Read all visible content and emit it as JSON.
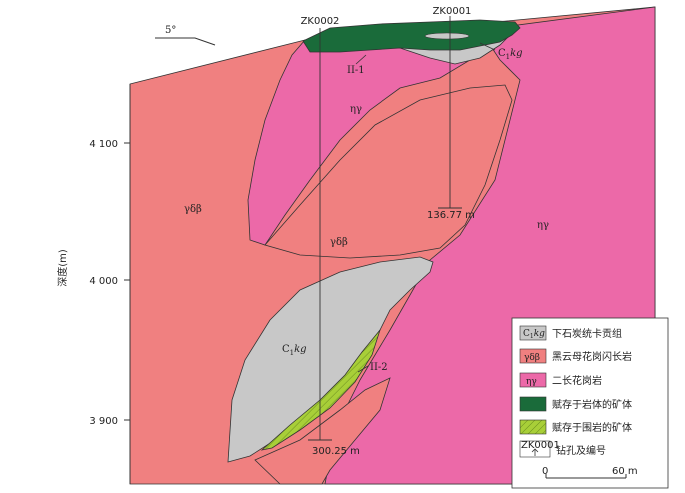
{
  "colors": {
    "pink_light": "#f08080",
    "magenta": "#ec69a8",
    "gray": "#c8c8c8",
    "dark_green": "#1a6b3a",
    "light_green": "#a8cf38"
  },
  "orientation": "5°",
  "y_axis": {
    "label": "深度(m)",
    "ticks": [
      "4 100",
      "4 000",
      "3 900"
    ]
  },
  "drillholes": [
    {
      "name": "ZK0002",
      "depth": "300.25 m"
    },
    {
      "name": "ZK0001",
      "depth": "136.77 m"
    }
  ],
  "labels": {
    "ore_1": "II-1",
    "ore_2": "II-2",
    "rock_eta_gamma": "ηγ",
    "rock_gamma_delta_beta": "γδβ",
    "formation_C": "C",
    "formation_sub": "1",
    "formation_kg": "kg"
  },
  "legend": {
    "items": [
      {
        "symbol": "C1kg",
        "symbol_main": "C",
        "symbol_sub": "1",
        "symbol_tail": "kg",
        "text": "下石炭统卡贡组",
        "color": "#c8c8c8",
        "icon": "gray-swatch"
      },
      {
        "symbol": "γδβ",
        "text": "黑云母花岗闪长岩",
        "color": "#f08080",
        "icon": "pink-swatch"
      },
      {
        "symbol": "ηγ",
        "text": "二长花岗岩",
        "color": "#ec69a8",
        "icon": "magenta-swatch"
      },
      {
        "symbol": "",
        "text": "赋存于岩体的矿体",
        "color": "#1a6b3a",
        "icon": "dark-green-swatch"
      },
      {
        "symbol": "",
        "text": "赋存于围岩的矿体",
        "color": "#a8cf38",
        "icon": "hatched-green-swatch"
      },
      {
        "symbol": "ZK0001",
        "text": "钻孔及编号",
        "color": "#ffffff",
        "icon": "drillhole-symbol"
      }
    ],
    "scale_start": "0",
    "scale_end": "60 m"
  }
}
